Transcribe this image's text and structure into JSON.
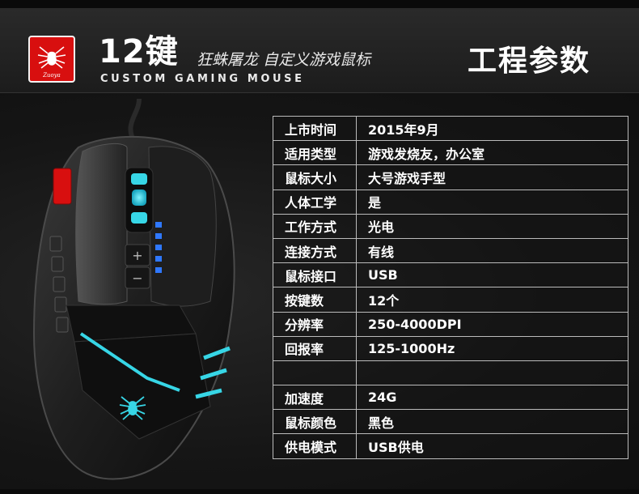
{
  "header": {
    "title_number": "12键",
    "title_cn": "狂蛛屠龙 自定义游戏鼠标",
    "title_en": "CUSTOM GAMING MOUSE",
    "section_title": "工程参数",
    "logo_text": "Zuoya"
  },
  "specs": [
    {
      "key": "上市时间",
      "value": "2015年9月"
    },
    {
      "key": "适用类型",
      "value": "游戏发烧友，办公室"
    },
    {
      "key": "鼠标大小",
      "value": "大号游戏手型"
    },
    {
      "key": "人体工学",
      "value": "是"
    },
    {
      "key": "工作方式",
      "value": "光电"
    },
    {
      "key": "连接方式",
      "value": "有线"
    },
    {
      "key": "鼠标接口",
      "value": "USB"
    },
    {
      "key": "按键数",
      "value": "12个"
    },
    {
      "key": "分辨率",
      "value": "250-4000DPI"
    },
    {
      "key": "回报率",
      "value": "125-1000Hz"
    },
    {
      "key": "",
      "value": ""
    },
    {
      "key": "加速度",
      "value": "24G"
    },
    {
      "key": "鼠标颜色",
      "value": "黑色"
    },
    {
      "key": "供电模式",
      "value": "USB供电"
    }
  ],
  "product_image": {
    "icons": [
      "spider-logo-icon",
      "plus-icon",
      "minus-icon"
    ],
    "button_labels": {
      "plus": "+",
      "minus": "−"
    }
  },
  "colors": {
    "brand_red": "#d80f0f",
    "led_cyan": "#37d6e6",
    "led_blue": "#2f78ff",
    "background": "#141414"
  }
}
